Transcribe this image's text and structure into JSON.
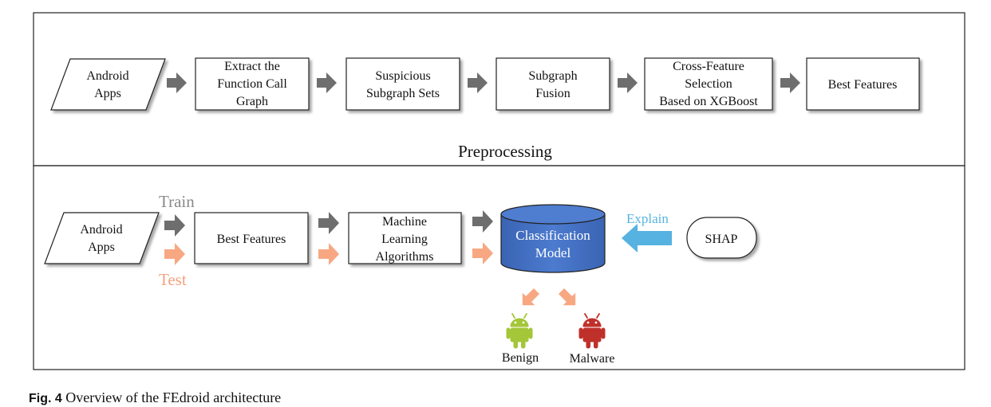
{
  "preprocessing": {
    "title": "Preprocessing",
    "steps": [
      {
        "lines": [
          "Android",
          "Apps"
        ]
      },
      {
        "lines": [
          "Extract the",
          "Function Call",
          "Graph"
        ]
      },
      {
        "lines": [
          "Suspicious",
          "Subgraph Sets"
        ]
      },
      {
        "lines": [
          "Subgraph",
          "Fusion"
        ]
      },
      {
        "lines": [
          "Cross-Feature",
          "Selection",
          "Based on XGBoost"
        ]
      },
      {
        "lines": [
          "Best Features"
        ]
      }
    ]
  },
  "classification": {
    "input": {
      "lines": [
        "Android",
        "Apps"
      ]
    },
    "train_label": "Train",
    "test_label": "Test",
    "features": {
      "lines": [
        "Best Features"
      ]
    },
    "ml": {
      "lines": [
        "Machine",
        "Learning",
        "Algorithms"
      ]
    },
    "model": {
      "lines": [
        "Classification",
        "Model"
      ]
    },
    "explain_label": "Explain",
    "shap": {
      "lines": [
        "SHAP"
      ]
    },
    "outcomes": {
      "benign": "Benign",
      "malware": "Malware"
    }
  },
  "caption": {
    "fig_label": "Fig. 4",
    "text": "Overview of the FEdroid architecture"
  },
  "colors": {
    "train_arrow": "#6e6e6e",
    "test_arrow": "#f7a883",
    "explain_arrow": "#56b2e0",
    "model_fill": "#4472c4",
    "benign_robot": "#a4c639",
    "malware_robot": "#c0302a"
  }
}
